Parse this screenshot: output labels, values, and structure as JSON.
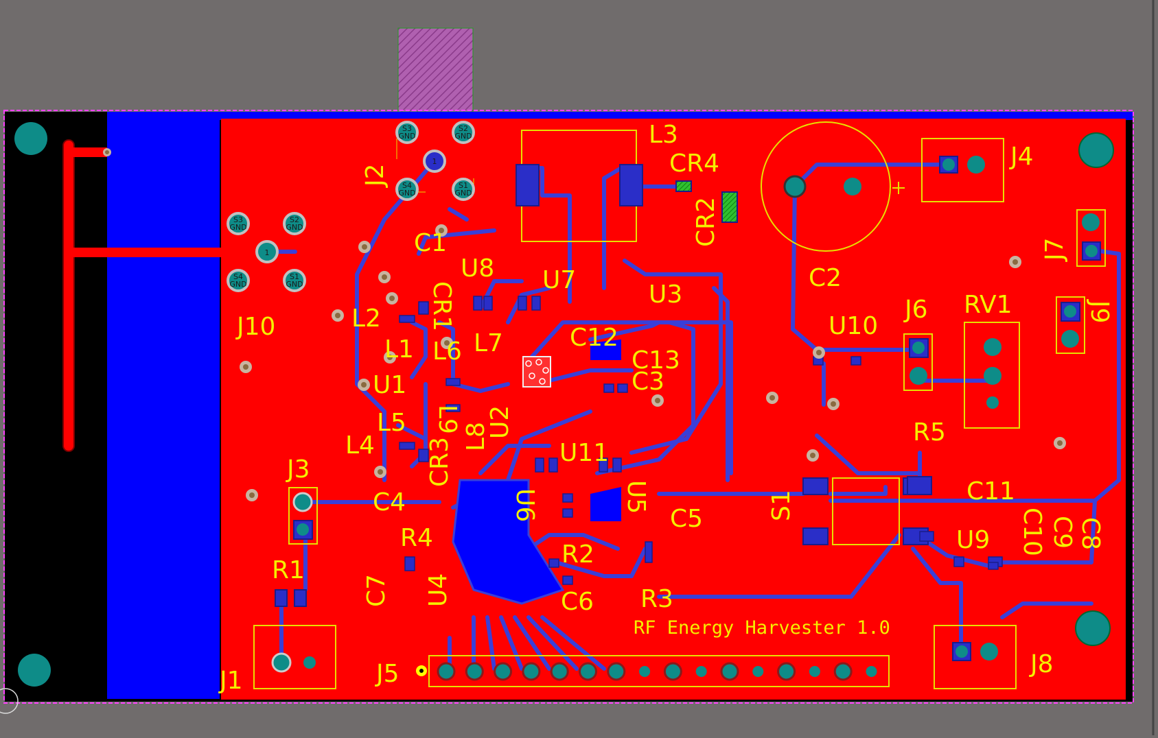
{
  "board": {
    "title_text": "RF Energy Harvester 1.0"
  },
  "designators": {
    "J1": "J1",
    "J2": "J2",
    "J3": "J3",
    "J4": "J4",
    "J5": "J5",
    "J6": "J6",
    "J7": "J7",
    "J8": "J8",
    "J9": "J9",
    "J10": "J10",
    "C1": "C1",
    "C2": "C2",
    "C3": "C3",
    "C4": "C4",
    "C5": "C5",
    "C6": "C6",
    "C7": "C7",
    "C8": "C8",
    "C9": "C9",
    "C10": "C10",
    "C11": "C11",
    "C12": "C12",
    "C13": "C13",
    "L1": "L1",
    "L2": "L2",
    "L3": "L3",
    "L4": "L4",
    "L5": "L5",
    "L6": "L6",
    "L7": "L7",
    "L8": "L8",
    "L9": "L9",
    "U1": "U1",
    "U2": "U2",
    "U3": "U3",
    "U4": "U4",
    "U5": "U5",
    "U6": "U6",
    "U7": "U7",
    "U8": "U8",
    "U9": "U9",
    "U10": "U10",
    "U11": "U11",
    "R1": "R1",
    "R2": "R2",
    "R3": "R3",
    "R4": "R4",
    "R5": "R5",
    "RV1": "RV1",
    "CR1": "CR1",
    "CR2": "CR2",
    "CR3": "CR3",
    "CR4": "CR4",
    "S1": "S1"
  },
  "pad_labels": {
    "S1_GND": "S1\nGND",
    "S2_GND": "S2\nGND",
    "S3_GND": "S3\nGND",
    "S4_GND": "S4\nGND",
    "j10_pin": "1"
  },
  "colors": {
    "background": "#706c6c",
    "top_copper": "#ff0000",
    "bottom_copper": "#0000ff",
    "silkscreen": "#f5f000",
    "through_hole": "#0e8c88",
    "board_outline": "#ff00ff"
  }
}
